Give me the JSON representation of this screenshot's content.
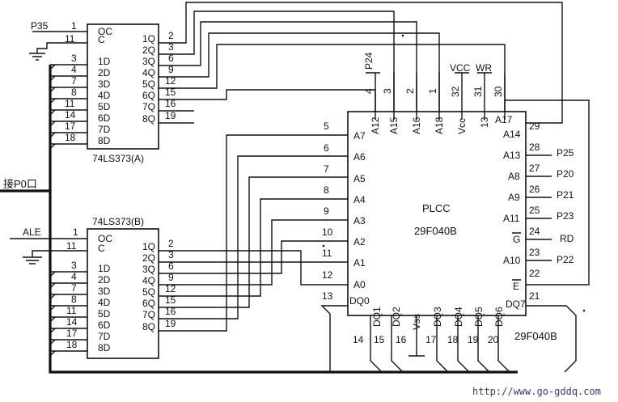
{
  "chipA": {
    "name": "74LS373(A)",
    "left_pins": [
      {
        "num": "1",
        "label": "OC",
        "net": "P35"
      },
      {
        "num": "11",
        "label": "C",
        "net": ""
      },
      {
        "num": "3",
        "label": "1D"
      },
      {
        "num": "4",
        "label": "2D"
      },
      {
        "num": "7",
        "label": "3D"
      },
      {
        "num": "8",
        "label": "4D"
      },
      {
        "num": "11",
        "label": "5D"
      },
      {
        "num": "14",
        "label": "6D"
      },
      {
        "num": "17",
        "label": "7D"
      },
      {
        "num": "18",
        "label": "8D"
      }
    ],
    "right_pins": [
      {
        "num": "2",
        "label": "1Q"
      },
      {
        "num": "3",
        "label": "2Q"
      },
      {
        "num": "6",
        "label": "3Q"
      },
      {
        "num": "9",
        "label": "4Q"
      },
      {
        "num": "12",
        "label": "5Q"
      },
      {
        "num": "15",
        "label": "6Q"
      },
      {
        "num": "16",
        "label": "7Q"
      },
      {
        "num": "19",
        "label": "8Q"
      }
    ]
  },
  "chipB": {
    "name": "74LS373(B)",
    "left_pins": [
      {
        "num": "1",
        "label": "OC",
        "net": "ALE"
      },
      {
        "num": "11",
        "label": "C",
        "net": ""
      },
      {
        "num": "3",
        "label": "1D"
      },
      {
        "num": "4",
        "label": "2D"
      },
      {
        "num": "7",
        "label": "3D"
      },
      {
        "num": "8",
        "label": "4D"
      },
      {
        "num": "11",
        "label": "5D"
      },
      {
        "num": "14",
        "label": "6D"
      },
      {
        "num": "17",
        "label": "7D"
      },
      {
        "num": "18",
        "label": "8D"
      }
    ],
    "right_pins": [
      {
        "num": "2",
        "label": "1Q"
      },
      {
        "num": "3",
        "label": "2Q"
      },
      {
        "num": "6",
        "label": "3Q"
      },
      {
        "num": "9",
        "label": "4Q"
      },
      {
        "num": "12",
        "label": "5Q"
      },
      {
        "num": "15",
        "label": "6Q"
      },
      {
        "num": "16",
        "label": "7Q"
      },
      {
        "num": "19",
        "label": "8Q"
      }
    ]
  },
  "bus_label": "接P0口",
  "plcc": {
    "package": "PLCC",
    "name": "29F040B",
    "outside_name": "29F040B",
    "top_pins": [
      {
        "num": "4",
        "label": "A12",
        "net": "P24"
      },
      {
        "num": "3",
        "label": "A15",
        "net": ""
      },
      {
        "num": "2",
        "label": "A16",
        "net": ""
      },
      {
        "num": "1",
        "label": "A18",
        "net": ""
      },
      {
        "num": "32",
        "label": "Vcc",
        "net": "VCC"
      },
      {
        "num": "31",
        "label": "13",
        "net": "WR"
      },
      {
        "num": "30",
        "label": "A17",
        "net": ""
      }
    ],
    "left_pins": [
      {
        "num": "5",
        "label": "A7"
      },
      {
        "num": "6",
        "label": "A6"
      },
      {
        "num": "7",
        "label": "A5"
      },
      {
        "num": "8",
        "label": "A4"
      },
      {
        "num": "9",
        "label": "A3"
      },
      {
        "num": "10",
        "label": "A2"
      },
      {
        "num": "11",
        "label": "A1"
      },
      {
        "num": "12",
        "label": "A0"
      },
      {
        "num": "13",
        "label": "DQ0"
      }
    ],
    "right_pins": [
      {
        "num": "29",
        "label": "A14",
        "net": ""
      },
      {
        "num": "28",
        "label": "A13",
        "net": "P25"
      },
      {
        "num": "27",
        "label": "A8",
        "net": "P20"
      },
      {
        "num": "26",
        "label": "A9",
        "net": "P21"
      },
      {
        "num": "25",
        "label": "A11",
        "net": "P23"
      },
      {
        "num": "24",
        "label": "G",
        "net": "RD"
      },
      {
        "num": "23",
        "label": "A10",
        "net": "P22"
      },
      {
        "num": "22",
        "label": "E",
        "net": ""
      },
      {
        "num": "21",
        "label": "DQ7",
        "net": ""
      }
    ],
    "bottom_pins": [
      {
        "num": "14",
        "label": ""
      },
      {
        "num": "15",
        "label": "DQ1"
      },
      {
        "num": "16",
        "label": "DQ2"
      },
      {
        "num": "",
        "label": "Vss"
      },
      {
        "num": "17",
        "label": "DQ3"
      },
      {
        "num": "18",
        "label": "DQ4"
      },
      {
        "num": "19",
        "label": "DQ5"
      },
      {
        "num": "20",
        "label": "DQ6"
      }
    ]
  },
  "watermark": "http://www.go-gddq.com"
}
